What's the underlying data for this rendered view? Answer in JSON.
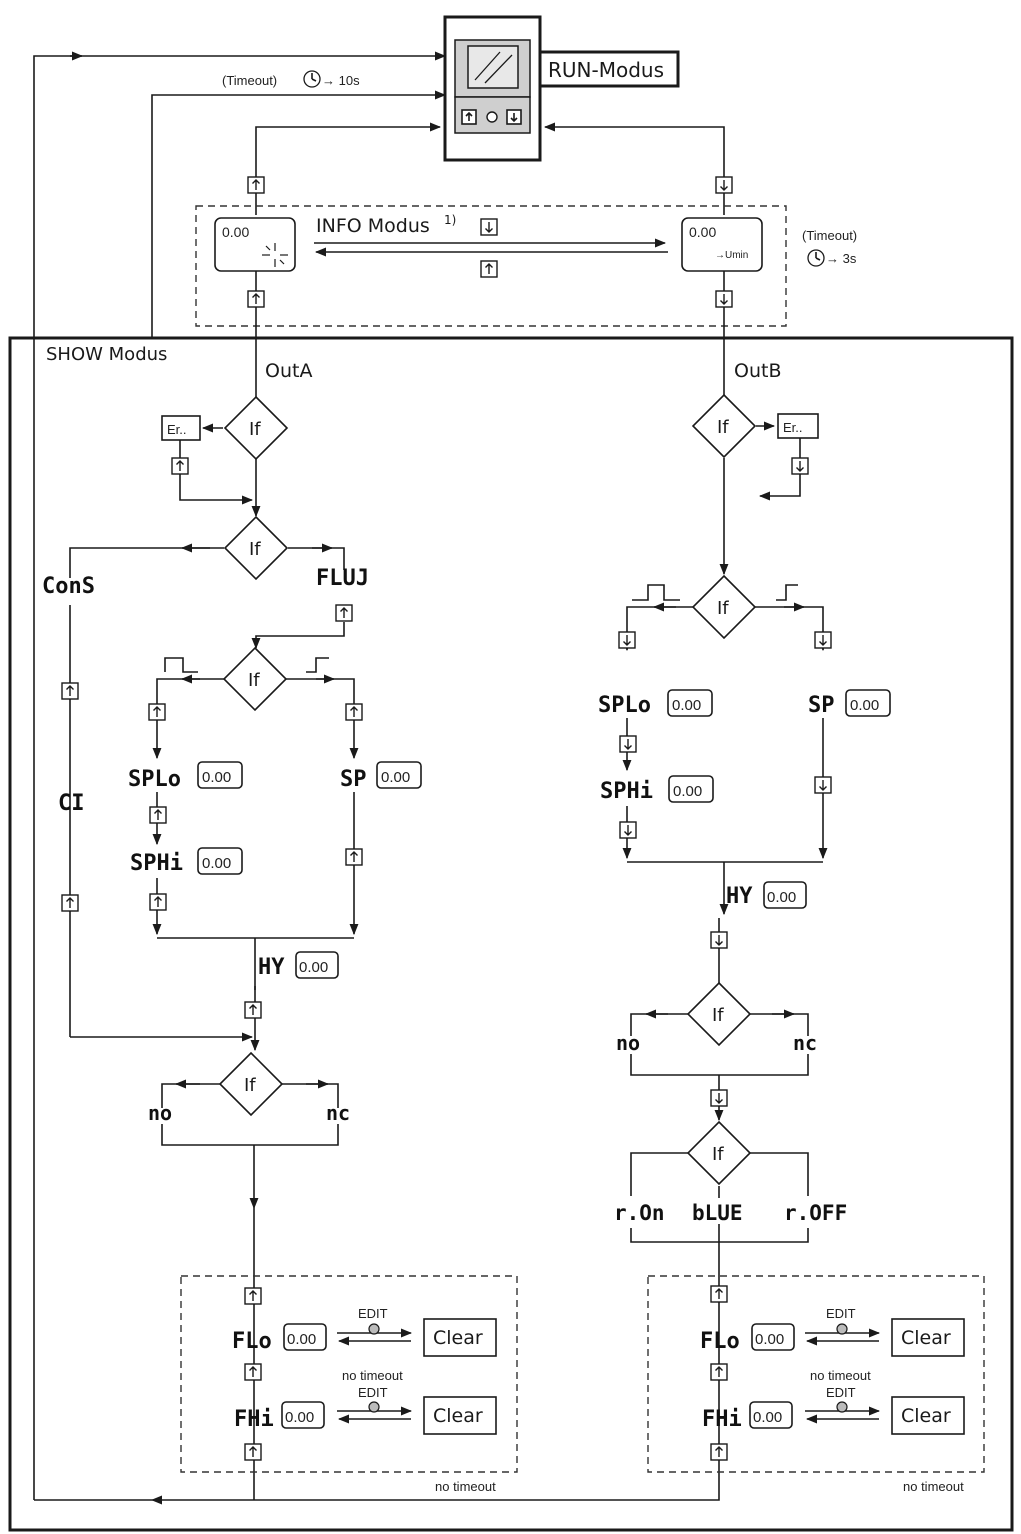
{
  "run": {
    "title": "RUN-Modus",
    "timeout_label": "(Timeout)",
    "timeout_value": "→ 10s"
  },
  "info": {
    "title": "INFO Modus",
    "footnote": "1)",
    "display_value": "0.00",
    "unit": "→Umin",
    "timeout_label": "(Timeout)",
    "timeout_value": "→ 3s"
  },
  "show": {
    "title": "SHOW Modus",
    "out_a": "OutA",
    "out_b": "OutB"
  },
  "labels": {
    "if": "If",
    "error": "Er..",
    "cons": "ConS",
    "flow": "FLUJ",
    "ci": "CI",
    "splo": "SPLo",
    "sphi": "SPHi",
    "sp": "SP",
    "hy": "HY",
    "no": "no",
    "nc": "nc",
    "ron": "r.On",
    "blue": "bLUE",
    "roff": "r.OFF",
    "flo": "FLo",
    "fhi": "FHi",
    "value": "0.00",
    "edit": "EDIT",
    "clear": "Clear",
    "no_timeout": "no timeout"
  }
}
